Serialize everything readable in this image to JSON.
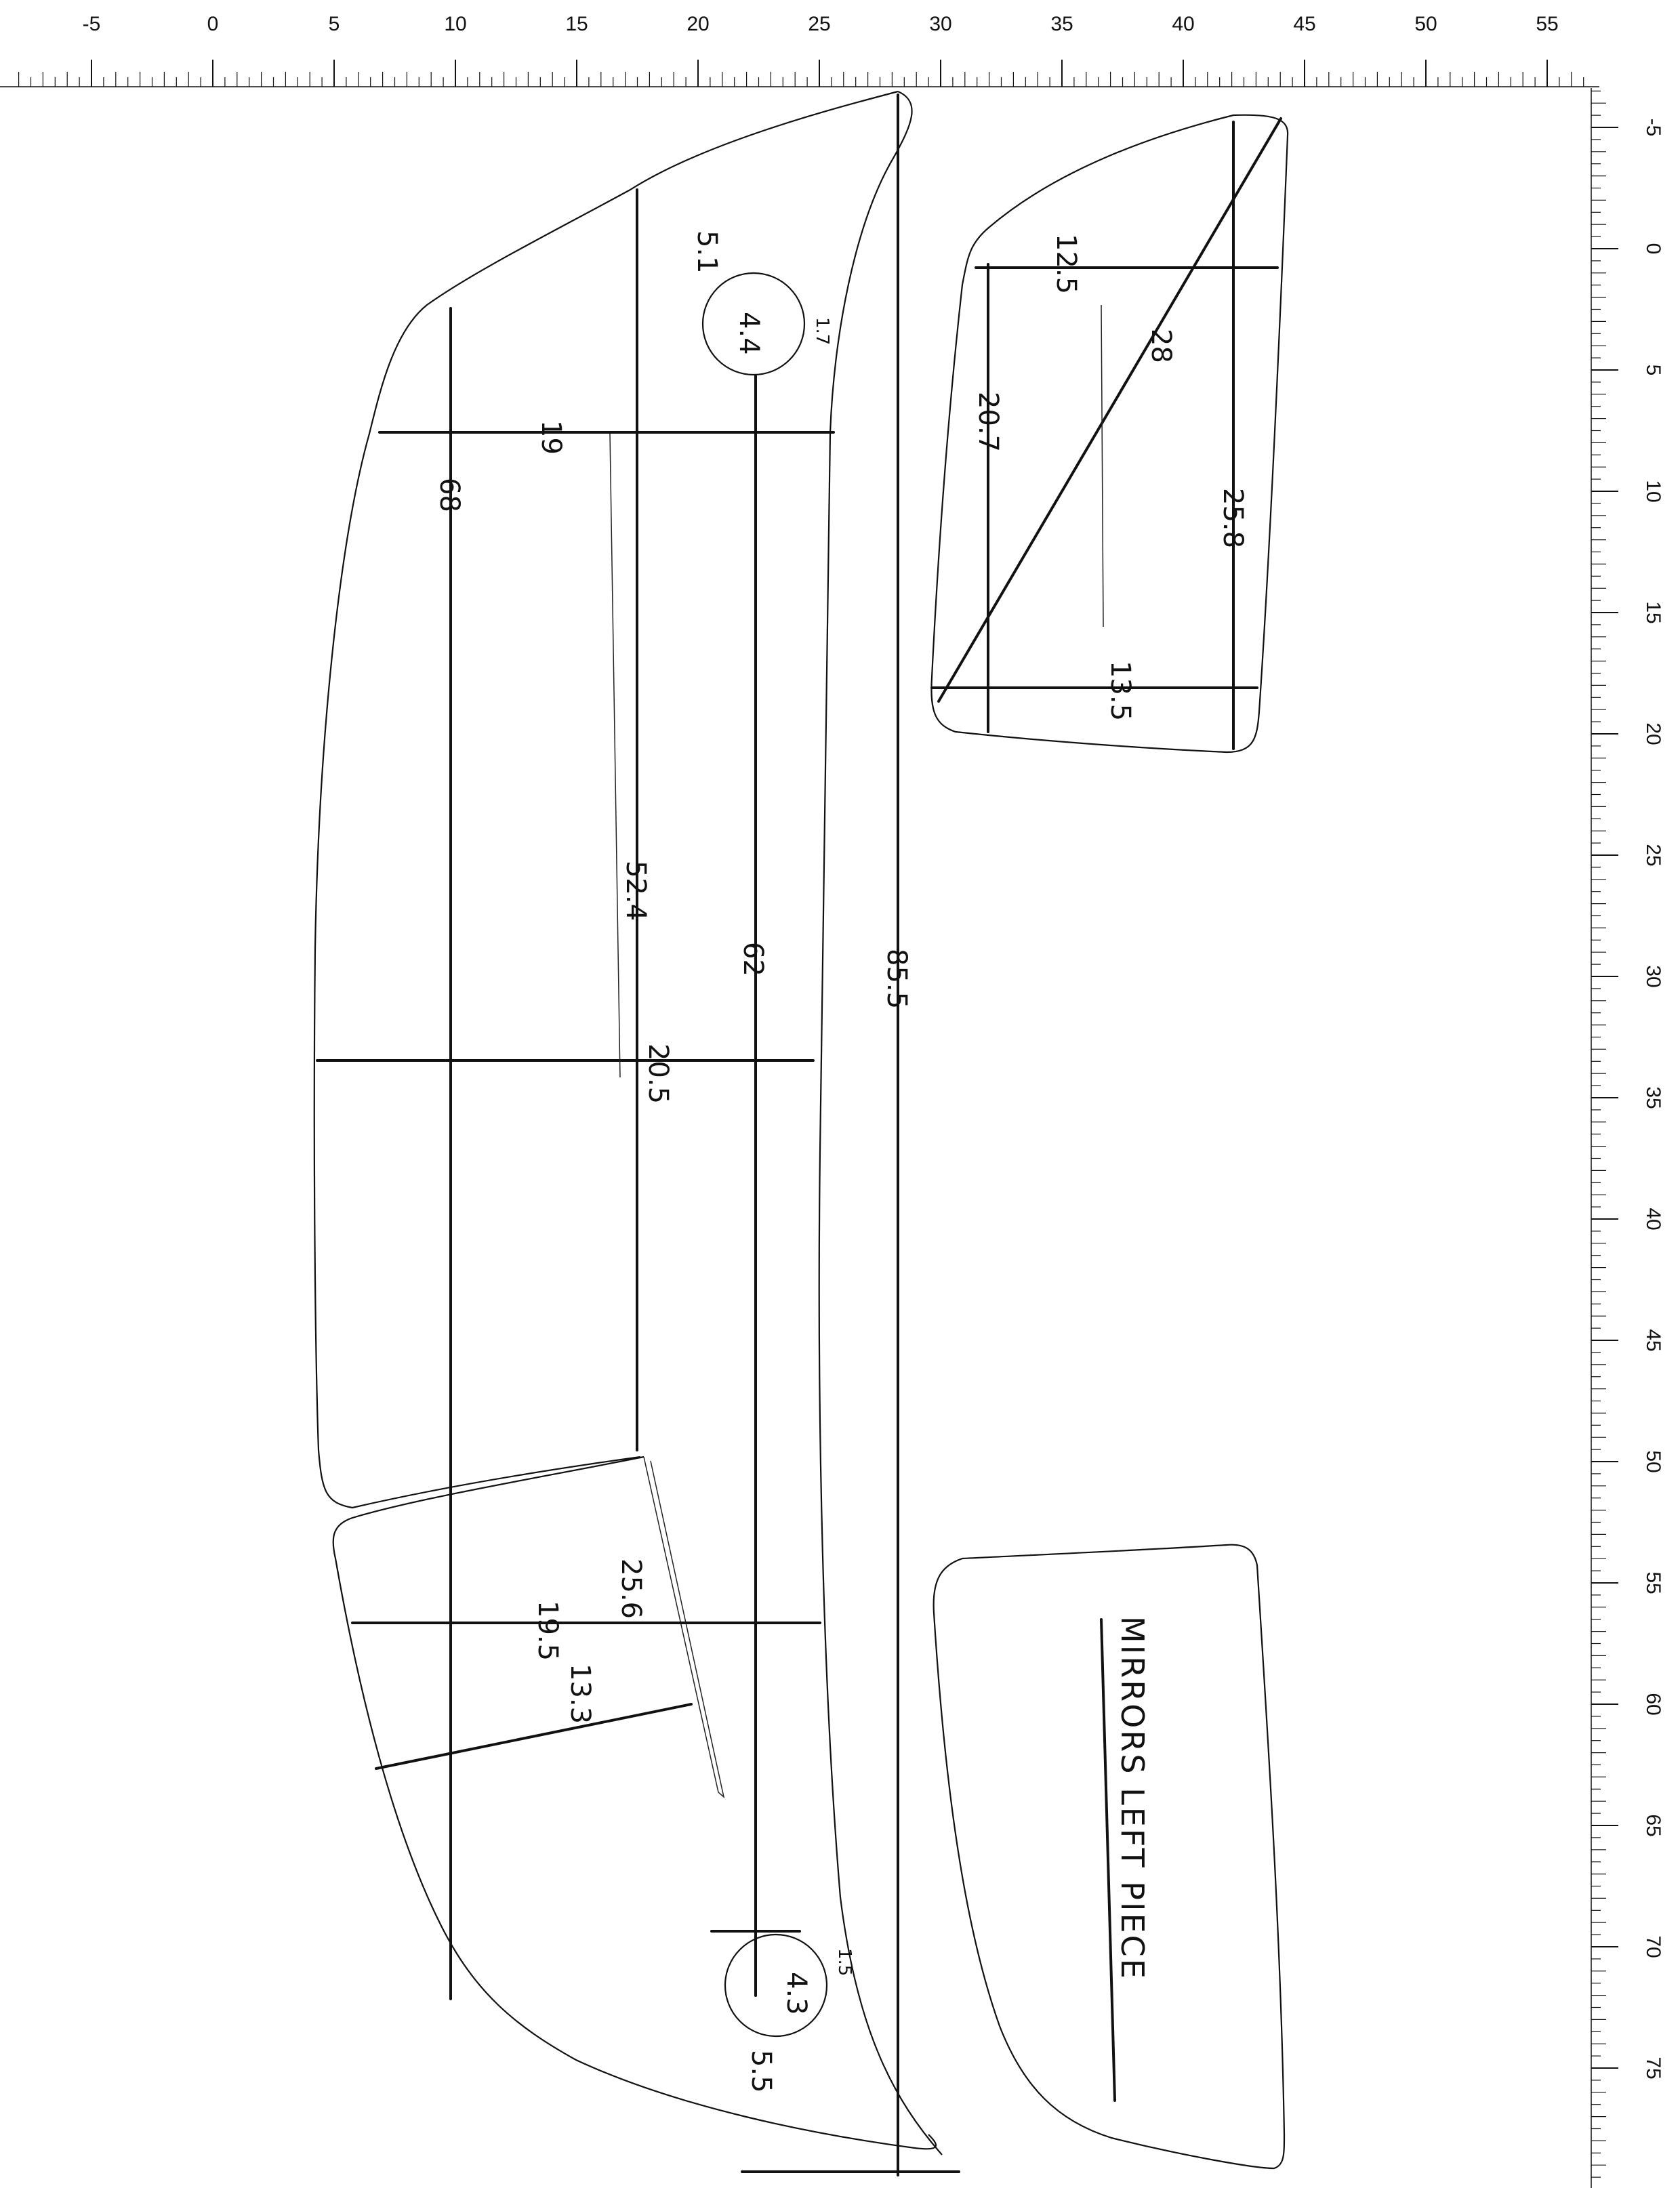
{
  "rulers": {
    "top_labels": [
      "-5",
      "0",
      "5",
      "10",
      "15",
      "20",
      "25",
      "30",
      "35",
      "40",
      "45",
      "50",
      "55"
    ],
    "right_labels": [
      "-5",
      "0",
      "5",
      "10",
      "15",
      "20",
      "25",
      "30",
      "35",
      "40",
      "45",
      "50",
      "55",
      "60",
      "65",
      "70",
      "75"
    ]
  },
  "main_piece": {
    "dims": {
      "d_5_1": "5.1",
      "d_4_4": "4.4",
      "d_1_7": "1.7",
      "d_19": "19",
      "d_68": "68",
      "d_52_4": "52.4",
      "d_62": "62",
      "d_85_5": "85.5",
      "d_20_5": "20.5"
    }
  },
  "lower_piece": {
    "dims": {
      "d_25_6": "25.6",
      "d_19_5": "19.5",
      "d_13_3": "13.3",
      "d_4_3": "4.3",
      "d_1_5": "1.5",
      "d_5_5": "5.5"
    }
  },
  "upper_right_piece": {
    "dims": {
      "d_12_5": "12.5",
      "d_28": "28",
      "d_20_7": "20.7",
      "d_25_8": "25.8",
      "d_13_5": "13.5"
    }
  },
  "label_piece": {
    "title": "MIRRORS LEFT PIECE"
  }
}
